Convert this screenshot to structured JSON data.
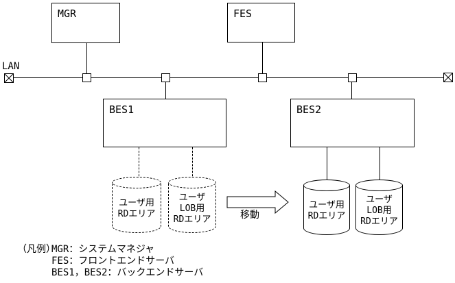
{
  "diagram": {
    "lan": {
      "label": "LAN"
    },
    "servers": {
      "mgr": "MGR",
      "fes": "FES",
      "bes1": "BES1",
      "bes2": "BES2"
    },
    "cylinders": [
      {
        "id": "user-rd-area-source",
        "style": "dashed",
        "lines": [
          "ユーザ用",
          "RDエリア"
        ]
      },
      {
        "id": "user-lob-rd-area-source",
        "style": "dashed",
        "lines": [
          "ユーザ",
          "LOB用",
          "RDエリア"
        ]
      },
      {
        "id": "user-rd-area-target",
        "style": "solid",
        "lines": [
          "ユーザ用",
          "RDエリア"
        ]
      },
      {
        "id": "user-lob-rd-area-target",
        "style": "solid",
        "lines": [
          "ユーザ",
          "LOB用",
          "RDエリア"
        ]
      }
    ],
    "arrow_label": "移動"
  },
  "legend": {
    "prefix": "（凡例）",
    "entries": [
      "MGR：システムマネジャ",
      "FES：フロントエンドサーバ",
      "BES1，BES2：バックエンドサーバ"
    ]
  },
  "colors": {
    "line": "#000000",
    "background": "#ffffff"
  }
}
